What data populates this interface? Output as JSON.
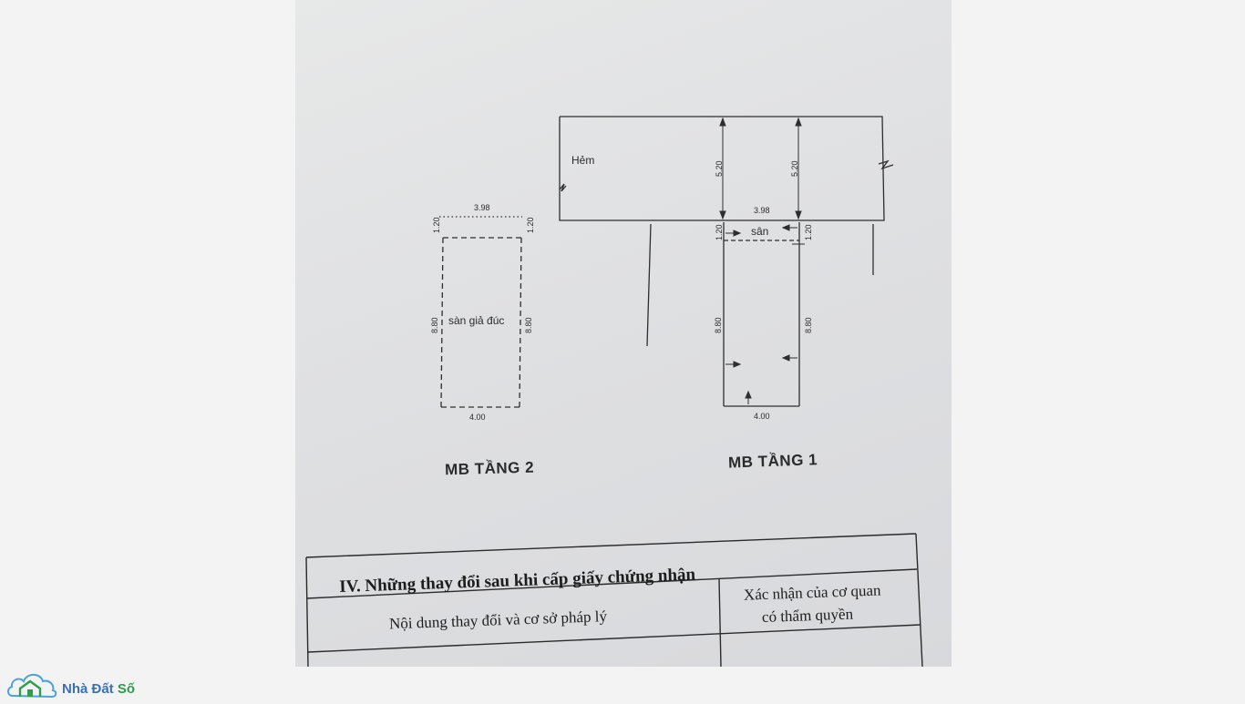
{
  "plan": {
    "alley_label": "Hẻm",
    "alley_width_left": "5.20",
    "alley_width_right": "5.20",
    "floor1": {
      "title": "MB TẦNG 1",
      "yard_label": "sân",
      "top_width": "3.98",
      "bottom_width": "4.00",
      "yard_depth_left": "1.20",
      "yard_depth_right": "1.20",
      "length_left": "8.80",
      "length_right": "8.80"
    },
    "floor2": {
      "title": "MB TẦNG 2",
      "room_label": "sàn giả đúc",
      "top_width": "3.98",
      "bottom_width": "4.00",
      "setback_left": "1.20",
      "setback_right": "1.20",
      "length_left": "8.80",
      "length_right": "8.80"
    }
  },
  "section_iv": {
    "title": "IV. Những thay đổi sau khi cấp giấy chứng nhận",
    "col1_header": "Nội dung thay đổi và cơ sở pháp lý",
    "col2_header_line1": "Xác nhận của cơ quan",
    "col2_header_line2": "có thẩm quyền"
  },
  "logo": {
    "text_part1": "Nhà Đất",
    "text_part2": "Số"
  },
  "colors": {
    "paper": "#dfe0e2",
    "ink": "#2b2b2b",
    "logo_blue": "#3b6fb6",
    "logo_green": "#2e9e4b"
  }
}
